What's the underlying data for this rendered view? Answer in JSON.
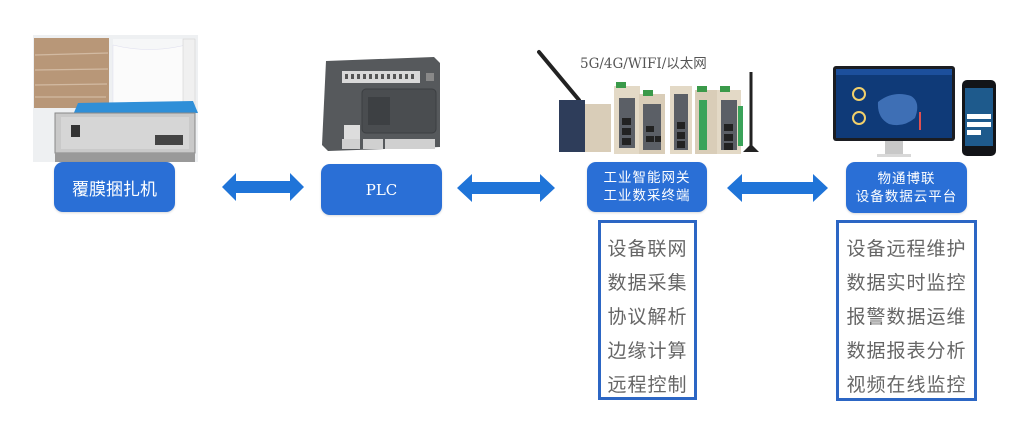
{
  "nodes": [
    {
      "id": "wrapping-machine",
      "label": "覆膜捆扎机"
    },
    {
      "id": "plc",
      "label": "PLC"
    },
    {
      "id": "gateway",
      "line1": "工业智能网关",
      "line2": "工业数采终端"
    },
    {
      "id": "cloud",
      "line1": "物通博联",
      "line2": "设备数据云平台"
    }
  ],
  "network_label": "5G/4G/WIFI/以太网",
  "gateway_features": [
    "设备联网",
    "数据采集",
    "协议解析",
    "边缘计算",
    "远程控制"
  ],
  "cloud_features": [
    "设备远程维护",
    "数据实时监控",
    "报警数据运维",
    "数据报表分析",
    "视频在线监控"
  ],
  "connections": [
    {
      "from": "wrapping-machine",
      "to": "plc",
      "type": "bidirectional"
    },
    {
      "from": "plc",
      "to": "gateway",
      "type": "bidirectional"
    },
    {
      "from": "gateway",
      "to": "cloud",
      "type": "bidirectional"
    }
  ],
  "colors": {
    "node_fill": "#2a6fd6",
    "arrow": "#1f74d8",
    "list_border": "#2c66c4"
  }
}
